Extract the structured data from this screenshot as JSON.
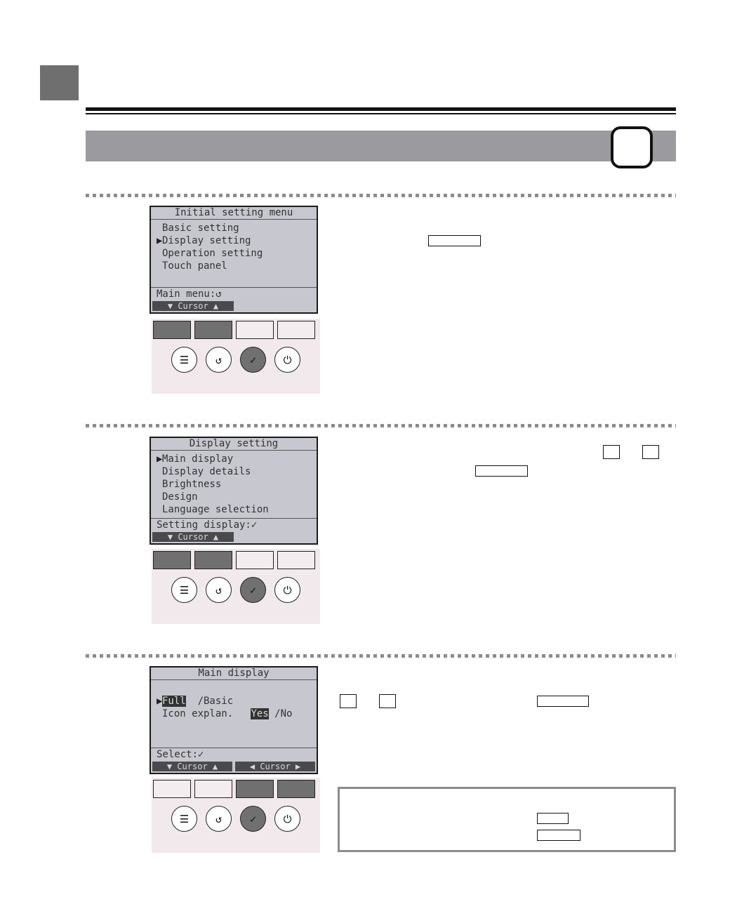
{
  "screens": [
    {
      "title": "Initial setting menu",
      "items": [
        "Basic setting",
        "Display setting",
        "Operation setting",
        "Touch panel"
      ],
      "cursor_index": 1,
      "footer": "Main menu:↺",
      "keys": [
        "▼ Cursor ▲"
      ]
    },
    {
      "title": "Display setting",
      "items": [
        "Main display",
        "Display details",
        "Brightness",
        "Design",
        "Language selection"
      ],
      "cursor_index": 0,
      "footer": "Setting display:✓",
      "keys": [
        "▼ Cursor ▲"
      ]
    },
    {
      "title": "Main display",
      "rows": [
        {
          "selected": "Full",
          "rest": "  /Basic"
        },
        {
          "label": "Icon explan.",
          "selected": "Yes",
          "rest": " /No"
        }
      ],
      "footer": "Select:✓",
      "keys": [
        "▼ Cursor ▲",
        "◀ Cursor ▶"
      ]
    }
  ],
  "panel_icons": {
    "menu": "☰",
    "return": "↺",
    "select": "✓",
    "power": "⏻"
  },
  "colors": {
    "lcd_bg": "#c7c7cf",
    "panel_bg": "#f2e9ec",
    "section_bar": "#9b9b9f",
    "button_active": "#707070"
  }
}
